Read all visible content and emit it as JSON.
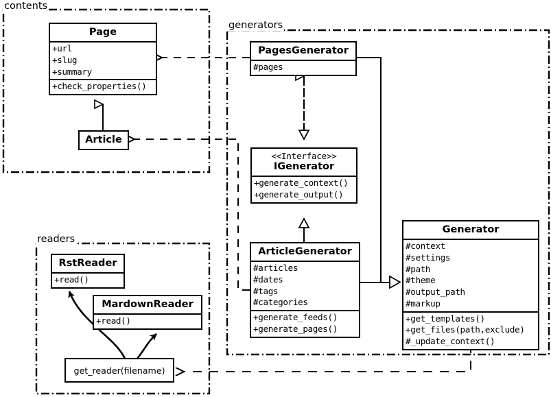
{
  "diagram": {
    "type": "uml-class-diagram",
    "title": "",
    "colors": {
      "line": "#000000",
      "background": "#ffffff",
      "box_fill": "#ffffff"
    },
    "packages": [
      {
        "id": "contents",
        "label": "contents"
      },
      {
        "id": "generators",
        "label": "generators"
      },
      {
        "id": "readers",
        "label": "readers"
      }
    ],
    "classes": [
      {
        "id": "page",
        "name": "Page",
        "stereotype": "",
        "package": "contents",
        "attributes": [
          "+url",
          "+slug",
          "+summary"
        ],
        "methods": [
          "+check_properties()"
        ]
      },
      {
        "id": "article",
        "name": "Article",
        "stereotype": "",
        "package": "contents",
        "attributes": [],
        "methods": []
      },
      {
        "id": "pagesgenerator",
        "name": "PagesGenerator",
        "stereotype": "",
        "package": "generators",
        "attributes": [
          "#pages"
        ],
        "methods": []
      },
      {
        "id": "igenerator",
        "name": "IGenerator",
        "stereotype": "<<Interface>>",
        "package": "generators",
        "attributes": [],
        "methods": [
          "+generate_context()",
          "+generate_output()"
        ]
      },
      {
        "id": "articlegenerator",
        "name": "ArticleGenerator",
        "stereotype": "",
        "package": "generators",
        "attributes": [
          "#articles",
          "#dates",
          "#tags",
          "#categories"
        ],
        "methods": [
          "+generate_feeds()",
          "+generate_pages()"
        ]
      },
      {
        "id": "generator",
        "name": "Generator",
        "stereotype": "",
        "package": "generators",
        "attributes": [
          "#context",
          "#settings",
          "#path",
          "#theme",
          "#output_path",
          "#markup"
        ],
        "methods": [
          "+get_templates()",
          "+get_files(path,exclude)",
          "#_update_context()"
        ]
      },
      {
        "id": "rstreader",
        "name": "RstReader",
        "stereotype": "",
        "package": "readers",
        "attributes": [],
        "methods": [
          "+read()"
        ]
      },
      {
        "id": "mardownreader",
        "name": "MardownReader",
        "stereotype": "",
        "package": "readers",
        "attributes": [],
        "methods": [
          "+read()"
        ]
      }
    ],
    "functions": [
      {
        "id": "get_reader",
        "label": "get_reader(filename)",
        "package": "readers"
      }
    ],
    "relationships": [
      {
        "from": "article",
        "to": "page",
        "kind": "generalization",
        "style": "solid",
        "arrow": "hollow-triangle"
      },
      {
        "from": "pagesgenerator",
        "to": "igenerator",
        "kind": "realization",
        "style": "dashed",
        "arrow": "hollow-triangle"
      },
      {
        "from": "articlegenerator",
        "to": "igenerator",
        "kind": "realization",
        "style": "solid",
        "arrow": "hollow-triangle"
      },
      {
        "from": "pagesgenerator",
        "to": "generator",
        "kind": "generalization",
        "style": "solid",
        "arrow": "hollow-triangle"
      },
      {
        "from": "articlegenerator",
        "to": "generator",
        "kind": "generalization",
        "style": "solid",
        "arrow": "hollow-triangle"
      },
      {
        "from": "pagesgenerator",
        "to": "page",
        "kind": "dependency",
        "style": "dashed",
        "arrow": "open"
      },
      {
        "from": "articlegenerator",
        "to": "article",
        "kind": "dependency",
        "style": "dashed",
        "arrow": "open"
      },
      {
        "from": "generator",
        "to": "get_reader",
        "kind": "dependency",
        "style": "dashed",
        "arrow": "open"
      },
      {
        "from": "get_reader",
        "to": "rstreader",
        "kind": "association",
        "style": "curved",
        "arrow": "filled"
      },
      {
        "from": "get_reader",
        "to": "mardownreader",
        "kind": "association",
        "style": "curved",
        "arrow": "filled"
      }
    ]
  }
}
